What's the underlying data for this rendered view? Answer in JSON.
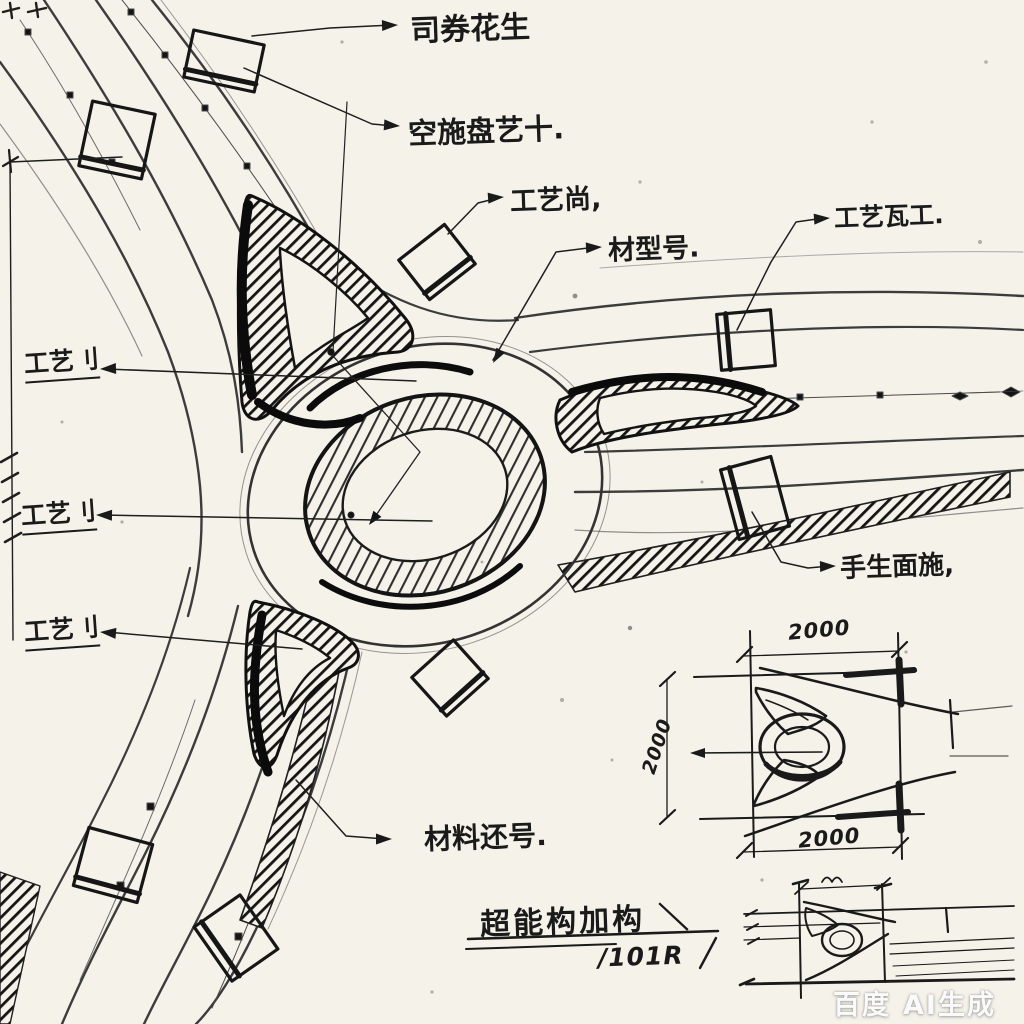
{
  "drawing": {
    "callouts": {
      "c1": "司券花生",
      "c2": "空施盘艺十.",
      "c3": "工艺尚,",
      "c4": "材型号.",
      "c5": "工艺瓦工.",
      "c6": "工艺刂",
      "c7": "工艺刂",
      "c8": "工艺刂",
      "c9": "手生面施,",
      "c10": "材料还号."
    },
    "title": {
      "main": "超能构加构 ＼",
      "code": "/101R"
    },
    "detail1": {
      "dim_top": "2000",
      "dim_bottom": "2000",
      "dim_left": "2000"
    },
    "colors": {
      "ink": "#1c1c1c",
      "paper": "#f5f2ea"
    },
    "watermark": {
      "brand": "百度",
      "suffix": "AI生成"
    }
  }
}
